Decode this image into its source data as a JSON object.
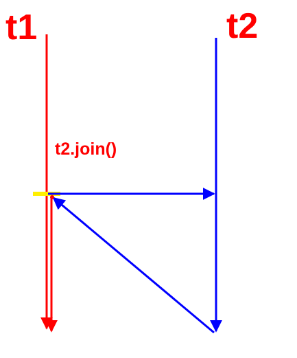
{
  "threads": {
    "left": {
      "label": "t1",
      "color": "#ff0000"
    },
    "right": {
      "label": "t2",
      "color": "#0000ff"
    }
  },
  "call": {
    "label": "t2.join()",
    "color": "#ff0000"
  },
  "colors": {
    "highlight": "#ffef00",
    "join_arrows": "#0000ff",
    "thread_lines": "#ff0000"
  }
}
